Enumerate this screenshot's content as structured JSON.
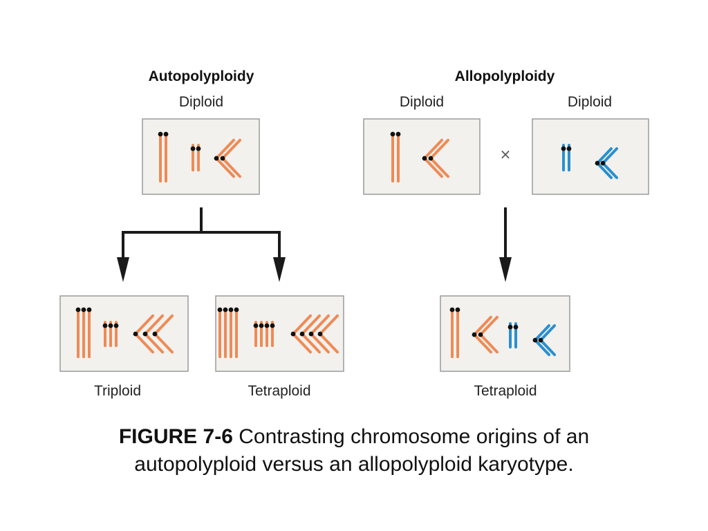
{
  "colors": {
    "orange": "#ef8a55",
    "blue": "#2a8fcf",
    "panel_fill": "#f2f1ee",
    "panel_border": "#9a9a9a",
    "arrow": "#1a1a1a",
    "centromere": "#111111"
  },
  "autopolyploidy": {
    "heading": "Autopolyploidy",
    "parent_label": "Diploid",
    "offspring_left_label": "Triploid",
    "offspring_right_label": "Tetraploid"
  },
  "allopolyploidy": {
    "heading": "Allopolyploidy",
    "parent_left_label": "Diploid",
    "parent_right_label": "Diploid",
    "cross_symbol": "×",
    "offspring_label": "Tetraploid"
  },
  "caption": {
    "figure_number": "FIGURE 7-6",
    "line1": "Contrasting chromosome origins of an",
    "line2": "autopolyploid versus an allopolyploid karyotype."
  },
  "karyotypes": {
    "auto_diploid": {
      "ploidy": 2,
      "sets": [
        "orange"
      ]
    },
    "auto_triploid": {
      "ploidy": 3,
      "sets": [
        "orange"
      ]
    },
    "auto_tetraploid": {
      "ploidy": 4,
      "sets": [
        "orange"
      ]
    },
    "allo_parent_a": {
      "ploidy": 2,
      "sets": [
        "orange"
      ]
    },
    "allo_parent_b": {
      "ploidy": 2,
      "sets": [
        "blue"
      ]
    },
    "allo_tetraploid": {
      "ploidy": 2,
      "sets": [
        "orange",
        "blue"
      ]
    }
  }
}
